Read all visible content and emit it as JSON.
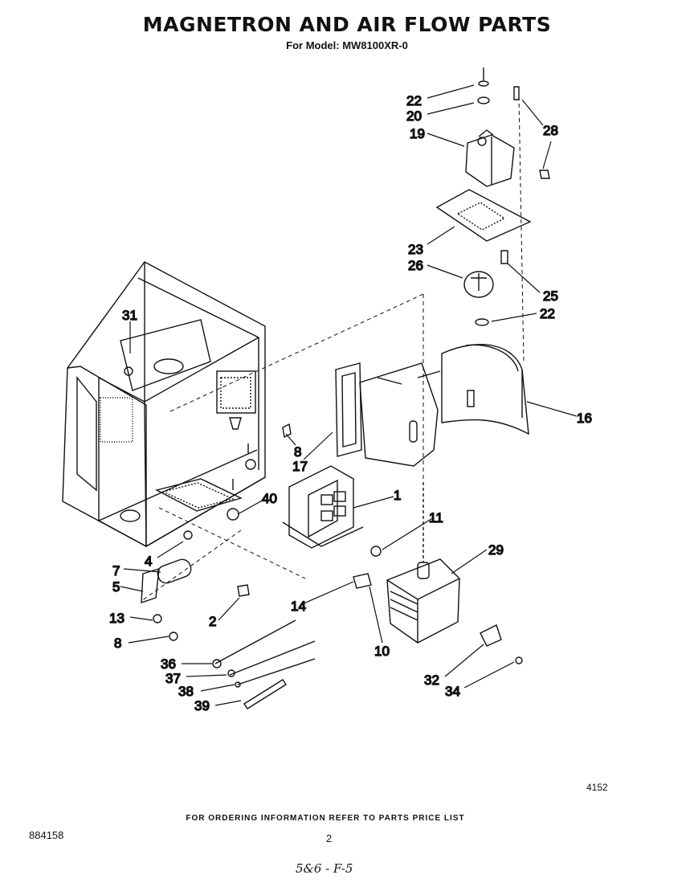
{
  "header": {
    "title": "MAGNETRON AND AIR FLOW PARTS",
    "subtitle": "For Model: MW8100XR-0"
  },
  "callouts": [
    "22",
    "20",
    "19",
    "28",
    "23",
    "26",
    "25",
    "22",
    "31",
    "16",
    "8",
    "17",
    "1",
    "40",
    "11",
    "29",
    "4",
    "7",
    "5",
    "13",
    "2",
    "14",
    "8",
    "10",
    "36",
    "37",
    "38",
    "39",
    "32",
    "34"
  ],
  "footer": {
    "ordering_note": "FOR ORDERING INFORMATION REFER TO PARTS PRICE LIST",
    "doc_code": "884158",
    "page_number": "2",
    "illustration_code": "4152",
    "handwritten": "5&6 - F-5"
  }
}
